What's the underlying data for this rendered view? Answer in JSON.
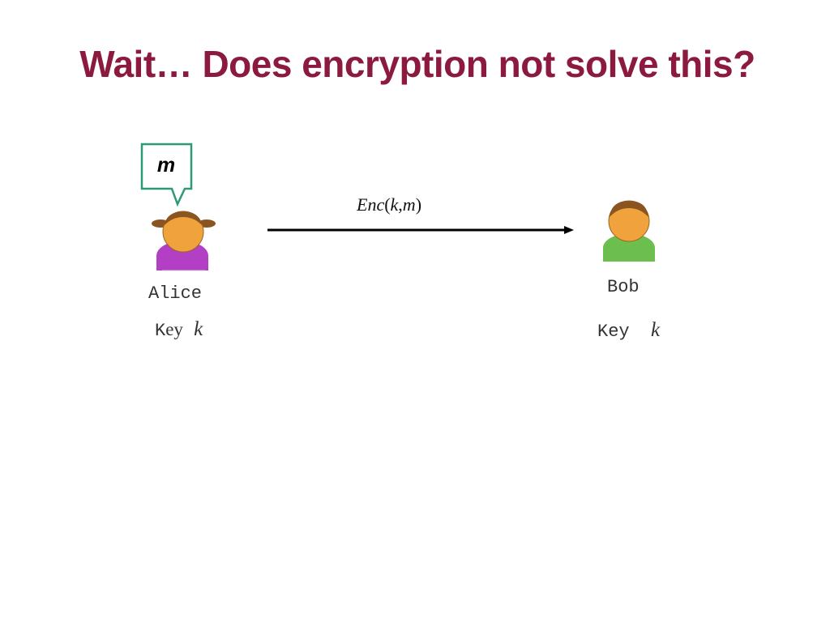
{
  "slide": {
    "title": "Wait… Does encryption not solve this?"
  },
  "alice": {
    "name": "Alice",
    "key_prefix_mono": "K",
    "key_prefix_serif": "ey",
    "key_var": "k",
    "message": "m",
    "shirt_color": "#B23FC4",
    "skin_color": "#F0A23C",
    "hair_color": "#8A5520"
  },
  "bob": {
    "name": "Bob",
    "key_label": "Key",
    "key_var": "k",
    "shirt_color": "#6CBF4F",
    "skin_color": "#F0A23C",
    "hair_color": "#8A5520"
  },
  "arrow": {
    "fn": "Enc",
    "open": "(",
    "arg1": "k",
    "sep": ",",
    "arg2": "m",
    "close": ")"
  },
  "colors": {
    "title": "#8B1A3E",
    "bubble_border": "#2E9A72"
  },
  "icons": {
    "alice": "person-icon-girl",
    "bob": "person-icon-boy",
    "bubble": "speech-bubble-icon",
    "arrow": "arrow-right-icon"
  }
}
